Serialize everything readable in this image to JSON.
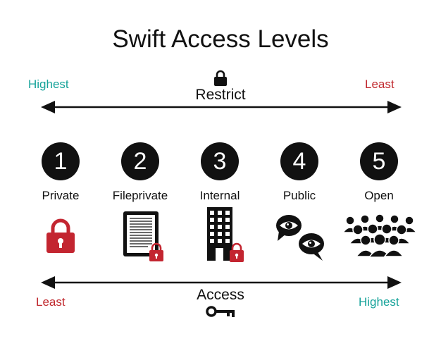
{
  "title": "Swift Access Levels",
  "restrict": {
    "label": "Restrict",
    "left": "Highest",
    "right": "Least"
  },
  "access": {
    "label": "Access",
    "left": "Least",
    "right": "Highest"
  },
  "levels": [
    {
      "number": "1",
      "name": "Private"
    },
    {
      "number": "2",
      "name": "Fileprivate"
    },
    {
      "number": "3",
      "name": "Internal"
    },
    {
      "number": "4",
      "name": "Public"
    },
    {
      "number": "5",
      "name": "Open"
    }
  ],
  "colors": {
    "teal": "#16a39a",
    "red": "#c0282d",
    "lock": "#c32530",
    "ink": "#111111"
  }
}
